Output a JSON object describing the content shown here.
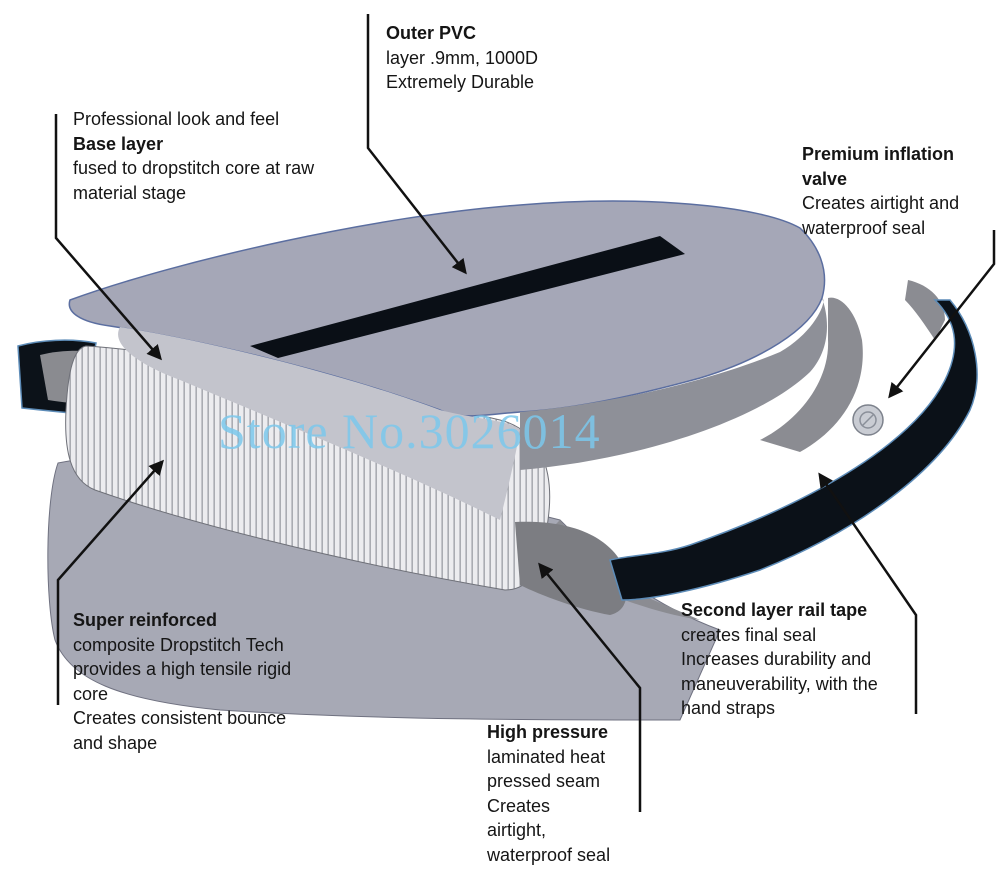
{
  "watermark": "Store No.3026014",
  "labels": {
    "outer_pvc": {
      "head": "Outer PVC",
      "lines": [
        "layer .9mm, 1000D",
        "Extremely Durable"
      ]
    },
    "base_layer": {
      "pre": "Professional look and feel",
      "head": "Base layer",
      "lines": [
        "fused to dropstitch core at raw",
        "material stage"
      ]
    },
    "valve": {
      "head1": "Premium inflation",
      "head2": "valve",
      "lines": [
        "Creates airtight and",
        "waterproof seal"
      ]
    },
    "core": {
      "head": "Super reinforced",
      "lines": [
        "composite Dropstitch Tech",
        "provides a high tensile rigid",
        "core",
        "Creates consistent bounce",
        "and shape"
      ]
    },
    "rail_tape": {
      "head": "Second layer rail tape",
      "lines": [
        "creates final seal",
        "Increases durability and",
        "maneuverability, with the",
        "hand straps"
      ]
    },
    "seam": {
      "head": "High pressure",
      "lines": [
        "laminated heat",
        "pressed seam",
        "Creates",
        "airtight,",
        "waterproof seal"
      ]
    }
  },
  "colors": {
    "pvc": "#a3a5b5",
    "core": "#e9e9ec",
    "tape": "#0b1118",
    "rail": "#8e8e92",
    "watermark": "#7cc8ec"
  },
  "icons": [
    "valve-icon"
  ]
}
